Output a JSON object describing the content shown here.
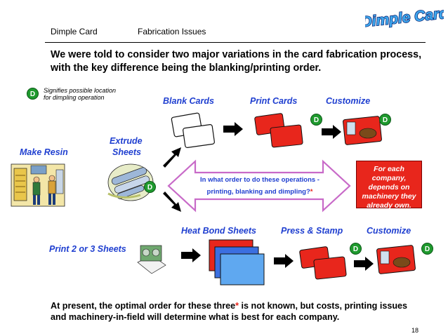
{
  "header": {
    "section": "Dimple Card",
    "topic": "Fabrication Issues",
    "logo_text": "Dimple Card"
  },
  "intro": "We were told to consider two major variations in the card fabrication process, with the key difference being the blanking/printing order.",
  "legend": {
    "marker": "D",
    "line1": "Signifies possible location",
    "line2": "for dimpling operation"
  },
  "labels": {
    "make_resin": "Make Resin",
    "extrude_1": "Extrude",
    "extrude_2": "Sheets",
    "blank_cards": "Blank Cards",
    "print_cards": "Print Cards",
    "customize_top": "Customize",
    "heat_bond": "Heat Bond Sheets",
    "press_stamp": "Press & Stamp",
    "customize_bottom": "Customize",
    "print_sheets": "Print 2 or 3 Sheets"
  },
  "question": {
    "line1": "In what order to do these operations -",
    "line2": "printing, blanking and dimpling?",
    "star": "*"
  },
  "note": {
    "line1": "For each",
    "line2": "company,",
    "line3": "depends on",
    "line4": "machinery they",
    "line5": "already own."
  },
  "bottom": {
    "part1": "At present, the optimal order for these three",
    "star": "*",
    "part2": " is not known, but costs, printing issues and machinery-in-field will determine what is best for each company."
  },
  "page_number": "18",
  "colors": {
    "accent_blue": "#1f3fd0",
    "dimple_green": "#1f9a2e",
    "alert_red": "#e8261c",
    "logo_fill": "#3fa8ee"
  }
}
